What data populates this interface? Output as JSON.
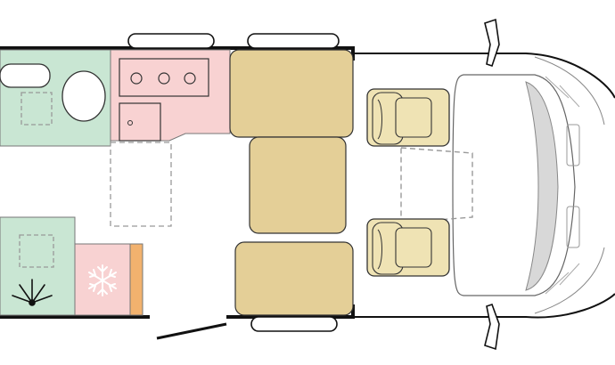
{
  "floorplan": {
    "zones": [
      {
        "id": "bathroom",
        "color": "#c9e6d3"
      },
      {
        "id": "kitchen",
        "color": "#f8d2d2"
      },
      {
        "id": "seating",
        "color": "#e4cf97"
      },
      {
        "id": "cab-seats",
        "color": "#efe3b4"
      },
      {
        "id": "wardrobe",
        "color": "#c9e6d3"
      },
      {
        "id": "fridge",
        "color": "#f8d2d2"
      },
      {
        "id": "fridge-strip",
        "color": "#f2b26e"
      }
    ],
    "icons": [
      "washbasin-icon",
      "toilet-icon",
      "hob-icon",
      "sink-icon",
      "snowflake-icon",
      "light-icon",
      "driver-seat-icon",
      "passenger-seat-icon",
      "mirror-icon"
    ],
    "colors": {
      "outline": "#111111",
      "thin": "#777777",
      "dash": "#999999",
      "cab": "#d8d8d8"
    }
  }
}
